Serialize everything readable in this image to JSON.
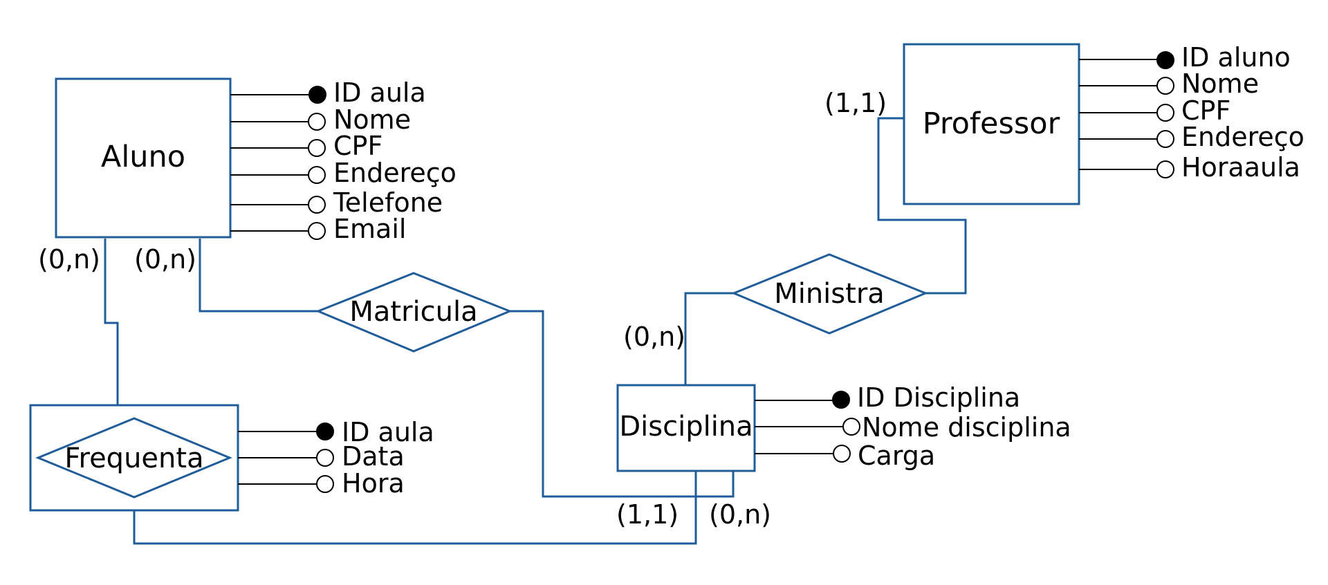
{
  "entities": {
    "aluno": {
      "label": "Aluno",
      "attributes": [
        {
          "label": "ID aula",
          "key": true
        },
        {
          "label": "Nome",
          "key": false
        },
        {
          "label": "CPF",
          "key": false
        },
        {
          "label": "Endereço",
          "key": false
        },
        {
          "label": "Telefone",
          "key": false
        },
        {
          "label": "Email",
          "key": false
        }
      ]
    },
    "professor": {
      "label": "Professor",
      "attributes": [
        {
          "label": "ID aluno",
          "key": true
        },
        {
          "label": "Nome",
          "key": false
        },
        {
          "label": "CPF",
          "key": false
        },
        {
          "label": "Endereço",
          "key": false
        },
        {
          "label": "Horaaula",
          "key": false
        }
      ]
    },
    "disciplina": {
      "label": "Disciplina",
      "attributes": [
        {
          "label": "ID Disciplina",
          "key": true
        },
        {
          "label": "Nome disciplina",
          "key": false
        },
        {
          "label": "Carga",
          "key": false
        }
      ]
    },
    "frequenta": {
      "label": "Frequenta",
      "attributes": [
        {
          "label": "ID aula",
          "key": true
        },
        {
          "label": "Data",
          "key": false
        },
        {
          "label": "Hora",
          "key": false
        }
      ]
    }
  },
  "relationships": {
    "matricula": {
      "label": "Matricula"
    },
    "ministra": {
      "label": "Ministra"
    }
  },
  "cardinalities": {
    "aluno_frequenta": "(0,n)",
    "aluno_matricula": "(0,n)",
    "professor_ministra": "(1,1)",
    "disciplina_ministra": "(0,n)",
    "disciplina_matricula": "(1,1)",
    "disciplina_frequenta": "(0,n)"
  },
  "colors": {
    "shape_stroke": "#1f5c99",
    "attribute_line": "#000000"
  }
}
